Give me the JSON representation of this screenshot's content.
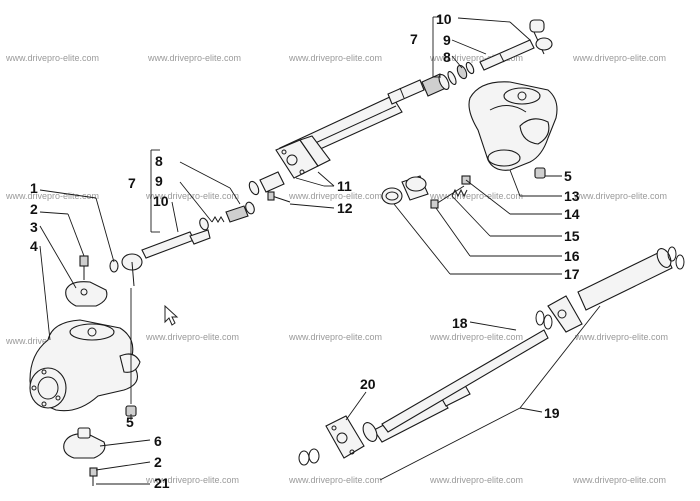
{
  "watermark": "www.drivepro-elite.com",
  "callouts": {
    "p1": "1",
    "p2a": "2",
    "p2b": "2",
    "p3": "3",
    "p4": "4",
    "p5a": "5",
    "p5b": "5",
    "p6": "6",
    "p7a": "7",
    "p7b": "7",
    "p8a": "8",
    "p8b": "8",
    "p9a": "9",
    "p9b": "9",
    "p10a": "10",
    "p10b": "10",
    "p11": "11",
    "p12": "12",
    "p13": "13",
    "p14": "14",
    "p15": "15",
    "p16": "16",
    "p17": "17",
    "p18": "18",
    "p19": "19",
    "p20": "20",
    "p21": "21"
  }
}
